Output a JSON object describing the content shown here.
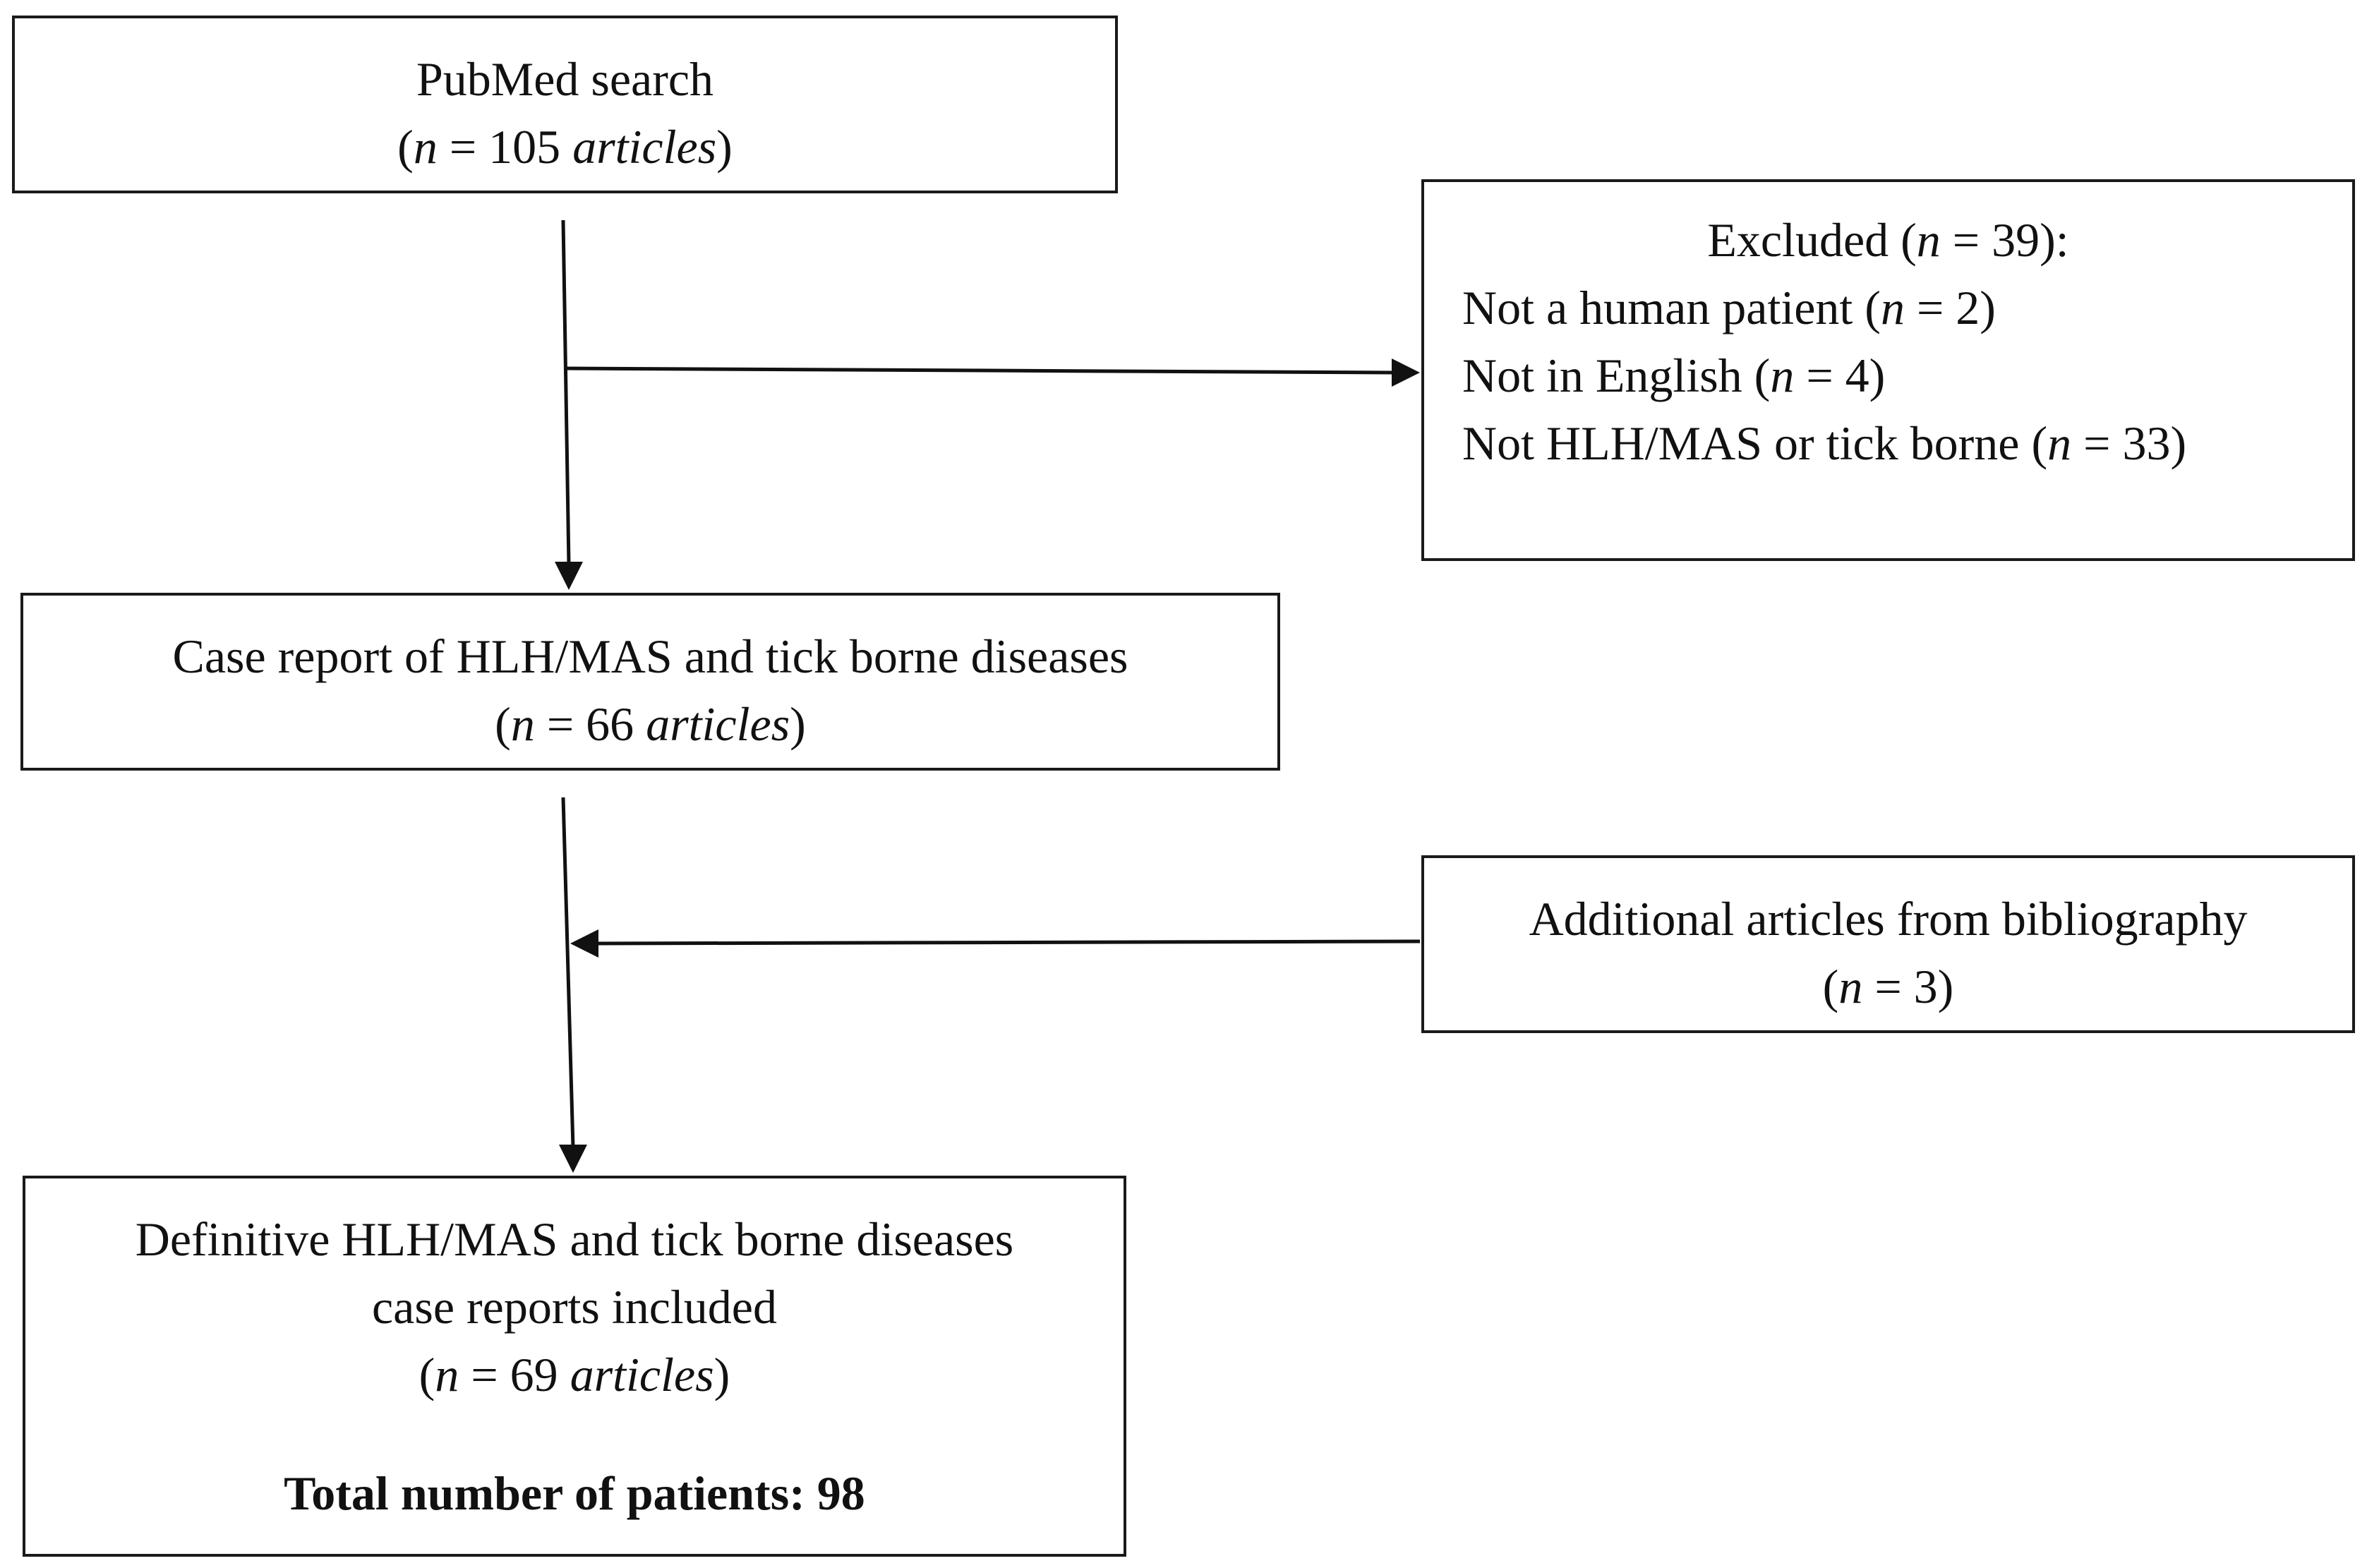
{
  "search_box": {
    "title": "PubMed search",
    "count_prefix": "(",
    "count_n": "n",
    "count_value": " = 105 ",
    "count_unit": "articles",
    "count_suffix": ")"
  },
  "excluded_box": {
    "title_prefix": "Excluded (",
    "title_n": "n",
    "title_suffix": " = 39):",
    "items": [
      {
        "label": "Not a human patient (",
        "n": "n",
        "value": " = 2)"
      },
      {
        "label": "Not in English (",
        "n": "n",
        "value": " = 4)"
      },
      {
        "label": "Not HLH/MAS or tick borne (",
        "n": "n",
        "value": " = 33)"
      }
    ]
  },
  "case_box": {
    "title": "Case report of HLH/MAS and tick borne diseases",
    "count_prefix": "(",
    "count_n": "n",
    "count_value": " = 66 ",
    "count_unit": "articles",
    "count_suffix": ")"
  },
  "additional_box": {
    "title": "Additional articles from bibliography",
    "count_prefix": "(",
    "count_n": "n",
    "count_value": " = 3)"
  },
  "final_box": {
    "title_line1": "Definitive HLH/MAS and tick borne diseases",
    "title_line2": "case reports included",
    "count_prefix": "(",
    "count_n": "n",
    "count_value": " = 69 ",
    "count_unit": "articles",
    "count_suffix": ")",
    "total": "Total number of patients: 98"
  }
}
